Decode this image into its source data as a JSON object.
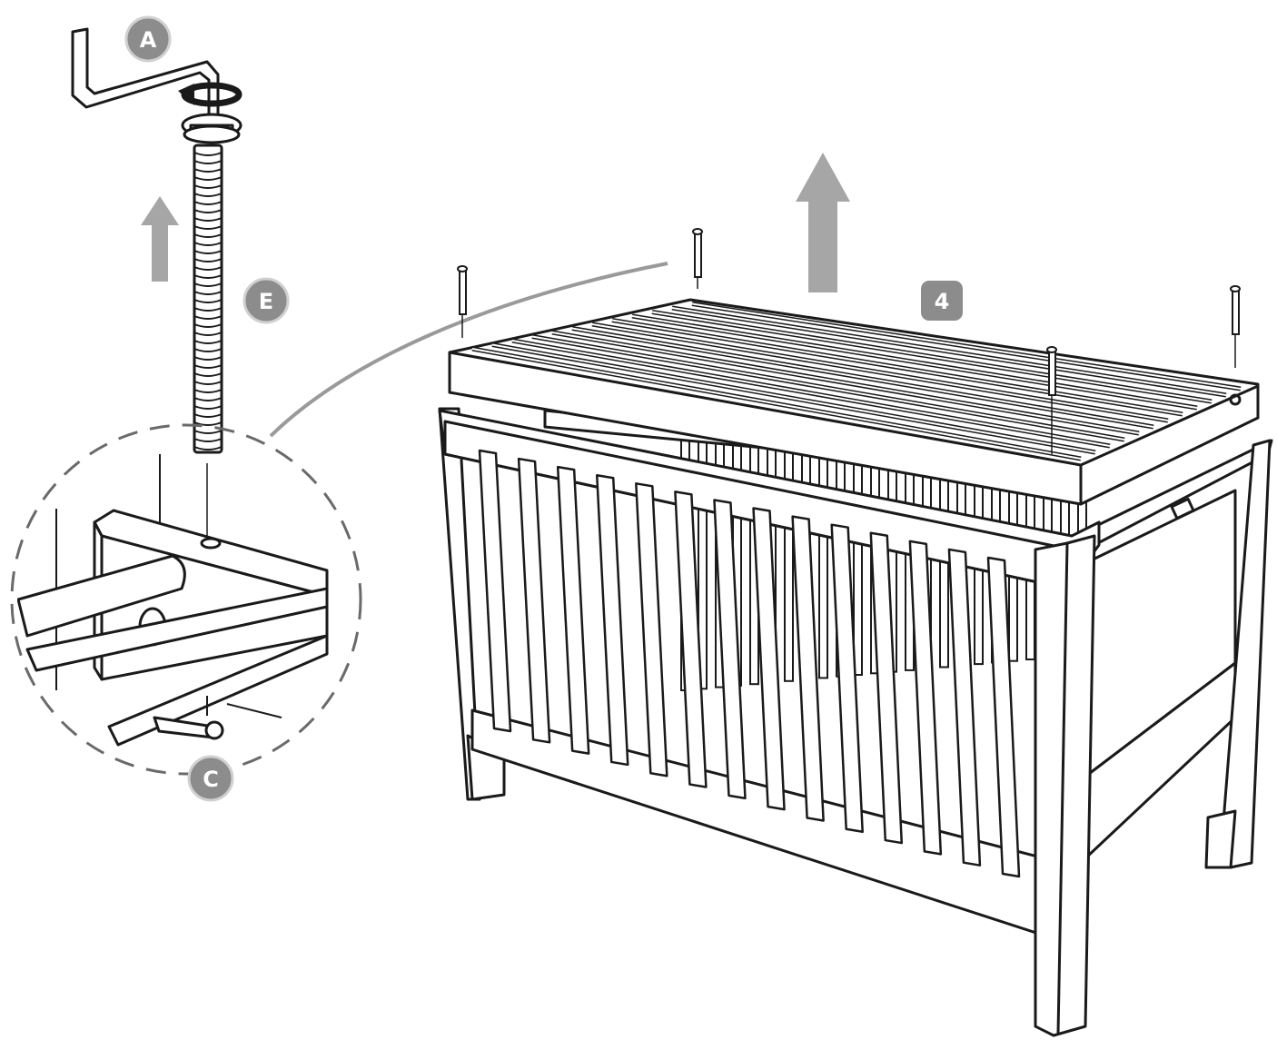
{
  "labels": {
    "part_a": "A",
    "part_e": "E",
    "part_c": "C",
    "step": "4"
  },
  "colors": {
    "line": "#1a1a1a",
    "badge": "#8c8c8c",
    "arrow": "#a6a6a6",
    "background": "#ffffff"
  },
  "icons": {
    "rotate": "rotate-arrow-icon",
    "lift": "up-arrow-icon"
  }
}
